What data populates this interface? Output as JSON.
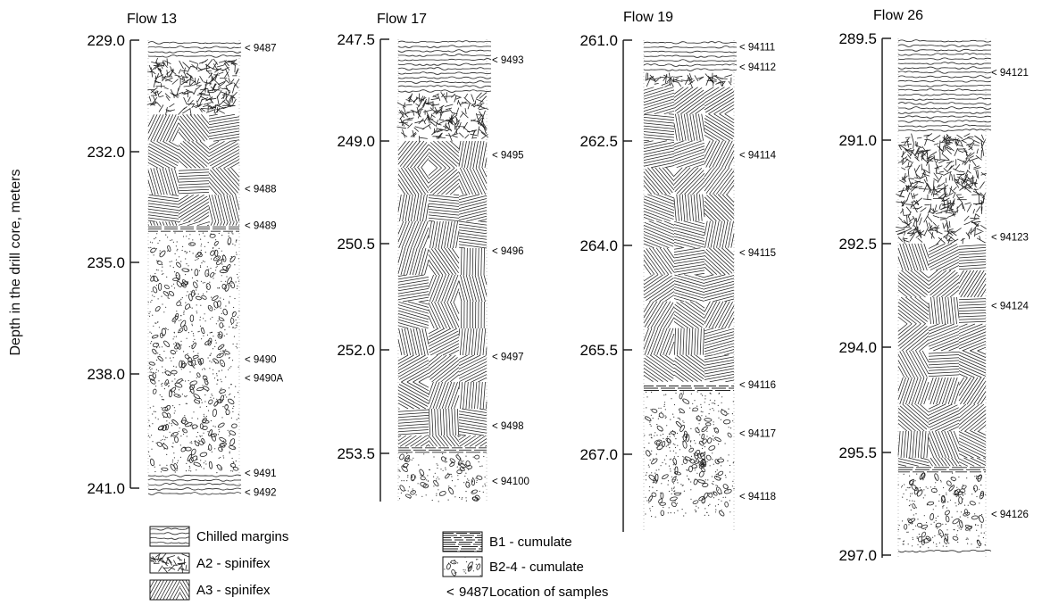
{
  "y_axis_label": "Depth in the drill core, meters",
  "legend": {
    "chilled": "Chilled margins",
    "a2": "A2 - spinifex",
    "a3": "A3 - spinifex",
    "b1": "B1 - cumulate",
    "b24": "B2-4 - cumulate",
    "sample_marker": "<",
    "sample_number": "9487",
    "samples": "Location of samples"
  },
  "columns": [
    {
      "title": "Flow 13",
      "ticks": [
        "229.0",
        "232.0",
        "235.0",
        "238.0",
        "241.0"
      ],
      "layers": [
        {
          "type": "chilled",
          "top": 229.0,
          "bottom": 229.5
        },
        {
          "type": "a2",
          "top": 229.5,
          "bottom": 231.0
        },
        {
          "type": "a3",
          "top": 231.0,
          "bottom": 234.0
        },
        {
          "type": "b1",
          "top": 234.0,
          "bottom": 234.2
        },
        {
          "type": "b24",
          "top": 234.2,
          "bottom": 240.6
        },
        {
          "type": "chilled",
          "top": 240.6,
          "bottom": 241.2
        }
      ],
      "samples": [
        {
          "id": "9487",
          "depth": 229.2
        },
        {
          "id": "9488",
          "depth": 233.0
        },
        {
          "id": "9489",
          "depth": 234.0
        },
        {
          "id": "9490",
          "depth": 237.6
        },
        {
          "id": "9490A",
          "depth": 238.1
        },
        {
          "id": "9491",
          "depth": 240.6
        },
        {
          "id": "9492",
          "depth": 241.1
        }
      ]
    },
    {
      "title": "Flow 17",
      "ticks": [
        "247.5",
        "249.0",
        "250.5",
        "252.0",
        "253.5"
      ],
      "layers": [
        {
          "type": "chilled",
          "top": 247.5,
          "bottom": 248.3
        },
        {
          "type": "a2",
          "top": 248.3,
          "bottom": 249.0
        },
        {
          "type": "a3",
          "top": 249.0,
          "bottom": 253.4
        },
        {
          "type": "b1",
          "top": 253.4,
          "bottom": 253.5
        },
        {
          "type": "b24",
          "top": 253.5,
          "bottom": 254.2
        }
      ],
      "samples": [
        {
          "id": "9493",
          "depth": 247.8
        },
        {
          "id": "9495",
          "depth": 249.2
        },
        {
          "id": "9496",
          "depth": 250.6
        },
        {
          "id": "9497",
          "depth": 252.1
        },
        {
          "id": "9498",
          "depth": 253.1
        },
        {
          "id": "94100",
          "depth": 253.9
        }
      ]
    },
    {
      "title": "Flow 19",
      "ticks": [
        "261.0",
        "262.5",
        "264.0",
        "265.5",
        "267.0"
      ],
      "layers": [
        {
          "type": "chilled",
          "top": 261.0,
          "bottom": 261.5
        },
        {
          "type": "a2",
          "top": 261.5,
          "bottom": 261.7
        },
        {
          "type": "a3",
          "top": 261.7,
          "bottom": 266.0
        },
        {
          "type": "b1",
          "top": 266.0,
          "bottom": 266.1
        },
        {
          "type": "b24",
          "top": 266.1,
          "bottom": 267.9
        }
      ],
      "samples": [
        {
          "id": "94111",
          "depth": 261.1
        },
        {
          "id": "94112",
          "depth": 261.4
        },
        {
          "id": "94114",
          "depth": 262.7
        },
        {
          "id": "94115",
          "depth": 264.1
        },
        {
          "id": "94116",
          "depth": 266.0
        },
        {
          "id": "94117",
          "depth": 266.7
        },
        {
          "id": "94118",
          "depth": 267.6
        }
      ]
    },
    {
      "title": "Flow 26",
      "ticks": [
        "289.5",
        "291.0",
        "292.5",
        "294.0",
        "295.5",
        "297.0"
      ],
      "layers": [
        {
          "type": "chilled",
          "top": 289.5,
          "bottom": 290.9
        },
        {
          "type": "a2",
          "top": 290.9,
          "bottom": 292.5
        },
        {
          "type": "a3",
          "top": 292.5,
          "bottom": 295.7
        },
        {
          "type": "b1",
          "top": 295.7,
          "bottom": 295.8
        },
        {
          "type": "b24",
          "top": 295.8,
          "bottom": 296.9
        },
        {
          "type": "chilled",
          "top": 296.9,
          "bottom": 297.0
        }
      ],
      "samples": [
        {
          "id": "94121",
          "depth": 290.0
        },
        {
          "id": "94123",
          "depth": 292.4
        },
        {
          "id": "94124",
          "depth": 293.4
        },
        {
          "id": "94126",
          "depth": 296.4
        }
      ]
    }
  ]
}
